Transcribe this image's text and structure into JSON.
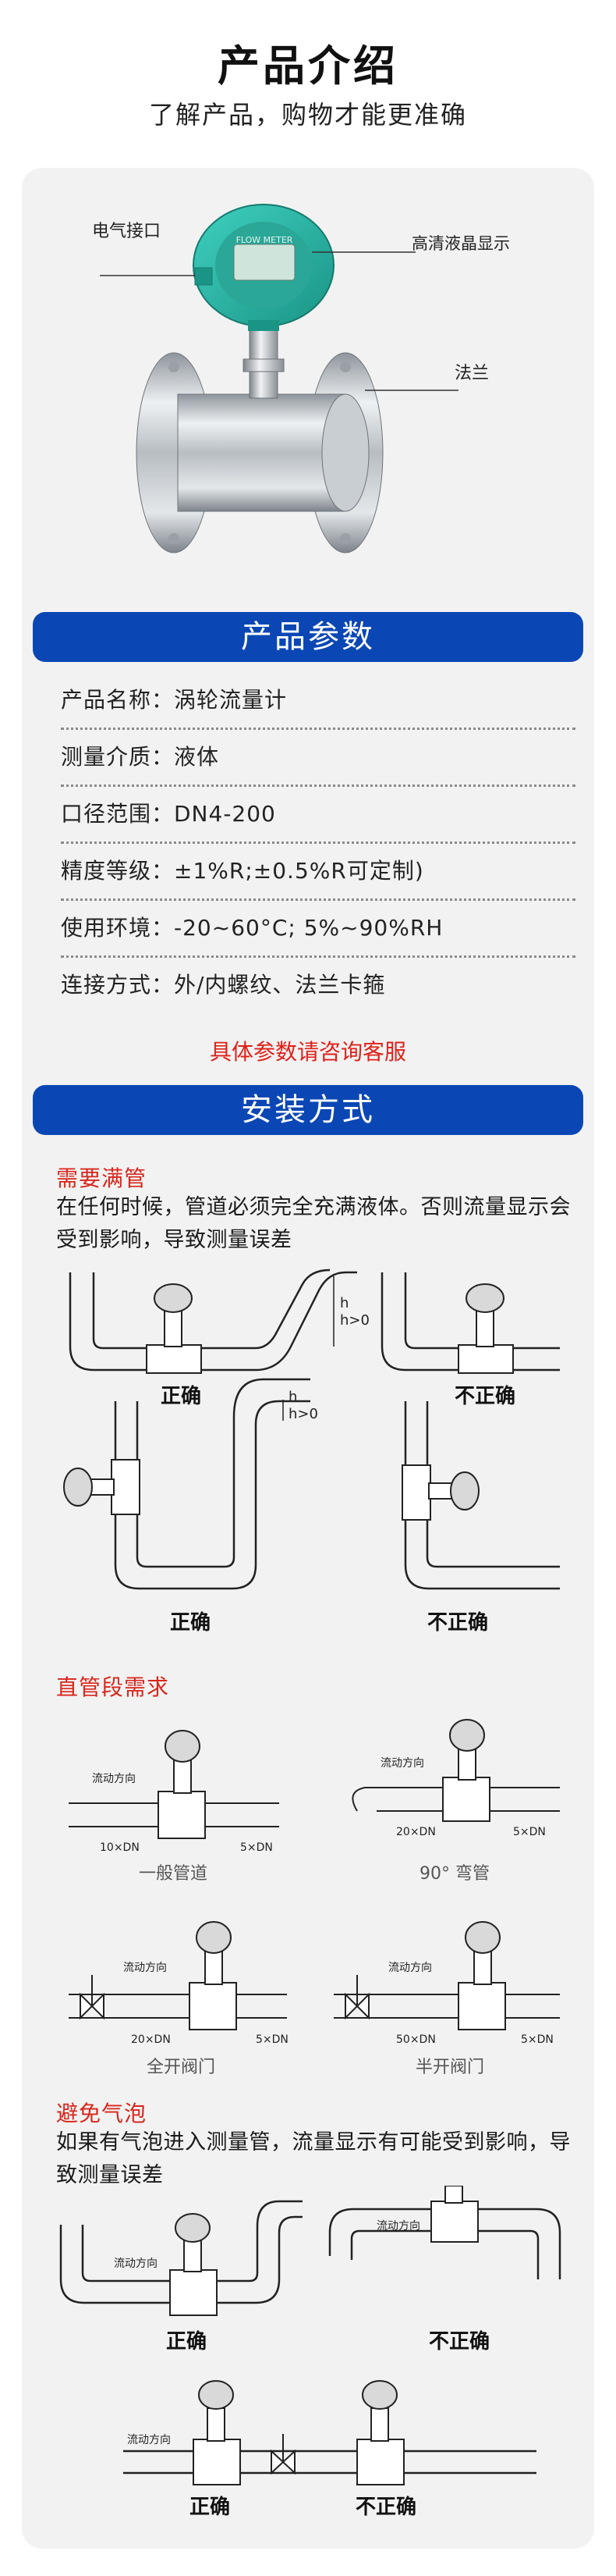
{
  "header": {
    "title": "产品介绍",
    "subtitle": "了解产品，购物才能更准确"
  },
  "product_image": {
    "labels": {
      "connector": "电气接口",
      "display": "高清液晶显示",
      "flange": "法兰",
      "brand": "FLOW METER"
    }
  },
  "params": {
    "title": "产品参数",
    "rows": [
      "产品名称：涡轮流量计",
      "测量介质：液体",
      "口径范围：DN4-200",
      "精度等级：±1%R;±0.5%R可定制)",
      "使用环境：-20~60°C; 5%~90%RH",
      "连接方式：外/内螺纹、法兰卡箍"
    ],
    "note": "具体参数请咨询客服"
  },
  "install": {
    "title": "安装方式",
    "section1": {
      "heading": "需要满管",
      "text": "在任何时候，管道必须完全充满液体。否则流量显示会受到影响，导致测量误差",
      "labels": {
        "correct": "正确",
        "incorrect": "不正确",
        "h": "h",
        "h_gt0": "h>0"
      }
    },
    "section2": {
      "heading": "直管段需求",
      "labels": {
        "flow": "流动方向",
        "d10": "10×DN",
        "d5": "5×DN",
        "d20": "20×DN",
        "d50": "50×DN",
        "general": "一般管道",
        "elbow": "90° 弯管",
        "full_valve": "全开阀门",
        "half_valve": "半开阀门"
      }
    },
    "section3": {
      "heading": "避免气泡",
      "text": "如果有气泡进入测量管，流量显示有可能受到影响，导致测量误差",
      "labels": {
        "flow": "流动方向",
        "correct": "正确",
        "incorrect": "不正确"
      }
    }
  },
  "colors": {
    "banner": "#0b47b4",
    "accent_red": "#d8261c",
    "card_bg": "#f2f2f2",
    "meter_teal": "#2bb8a8"
  }
}
